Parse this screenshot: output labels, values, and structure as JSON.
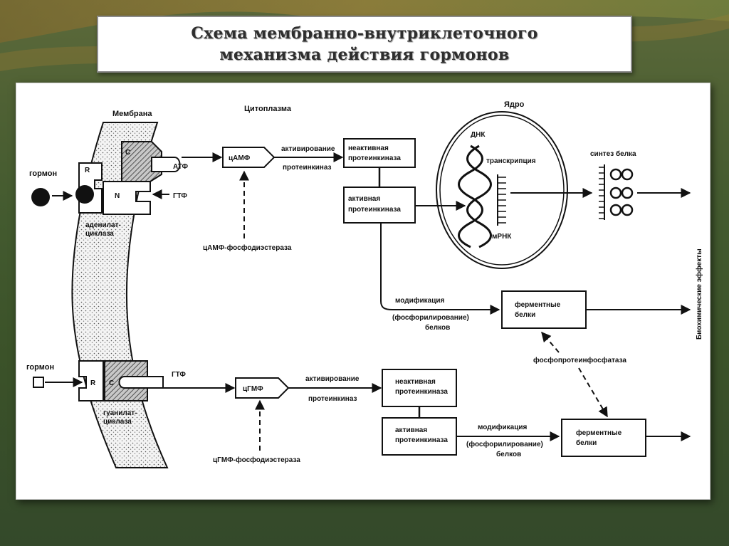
{
  "title": {
    "line1": "Схема мембранно-внутриклеточного",
    "line2": "механизма действия гормонов"
  },
  "diagram": {
    "membrane": "Мембрана",
    "cytoplasm": "Цитоплазма",
    "nucleus": "Ядро",
    "hormone_top": "гормон",
    "hormone_bottom": "гормон",
    "r_top": "R",
    "c_top": "C",
    "n_top": "N",
    "atp": "АТФ",
    "gtp_top": "ГТФ",
    "adenylate_1": "аденилат-",
    "adenylate_2": "циклаза",
    "camp": "цАМФ",
    "activation_top": "активирование",
    "proteinkinase_top": "протеинкиназ",
    "camp_pde": "цАМФ-фосфодиэстераза",
    "inactive_pk_top_1": "неактивная",
    "inactive_pk_top_2": "протеинкиназа",
    "active_pk_top_1": "активная",
    "active_pk_top_2": "протеинкиназа",
    "dna": "ДНК",
    "transcription": "транскрипция",
    "mrna": "мРНК",
    "protein_synthesis": "синтез белка",
    "modification_top": "модификация",
    "phosph_top": "(фосфорилирование)",
    "proteins_top": "белков",
    "enzyme_top_1": "ферментные",
    "enzyme_top_2": "белки",
    "biochem_effects": "Биохимические эффекты",
    "phosphoprotein_phosphatase": "фосфопротеинфосфатаза",
    "r_bottom": "R",
    "c_bottom": "C",
    "gtp_bottom": "ГТФ",
    "guanylate_1": "гуанилат-",
    "guanylate_2": "циклаза",
    "cgmp": "цГМФ",
    "activation_bottom": "активирование",
    "proteinkinase_bottom": "протеинкиназ",
    "cgmp_pde": "цГМФ-фосфодиэстераза",
    "inactive_pk_bottom_1": "неактивная",
    "inactive_pk_bottom_2": "протеинкиназа",
    "active_pk_bottom_1": "активная",
    "active_pk_bottom_2": "протеинкиназа",
    "modification_bottom": "модификация",
    "phosph_bottom": "(фосфорилирование)",
    "proteins_bottom": "белков",
    "enzyme_bottom_1": "ферментные",
    "enzyme_bottom_2": "белки"
  },
  "colors": {
    "background": "#435a2f",
    "ink": "#111111",
    "membrane_fill": "#e9e9e9",
    "enzyme_fill": "#b5b5b5"
  }
}
